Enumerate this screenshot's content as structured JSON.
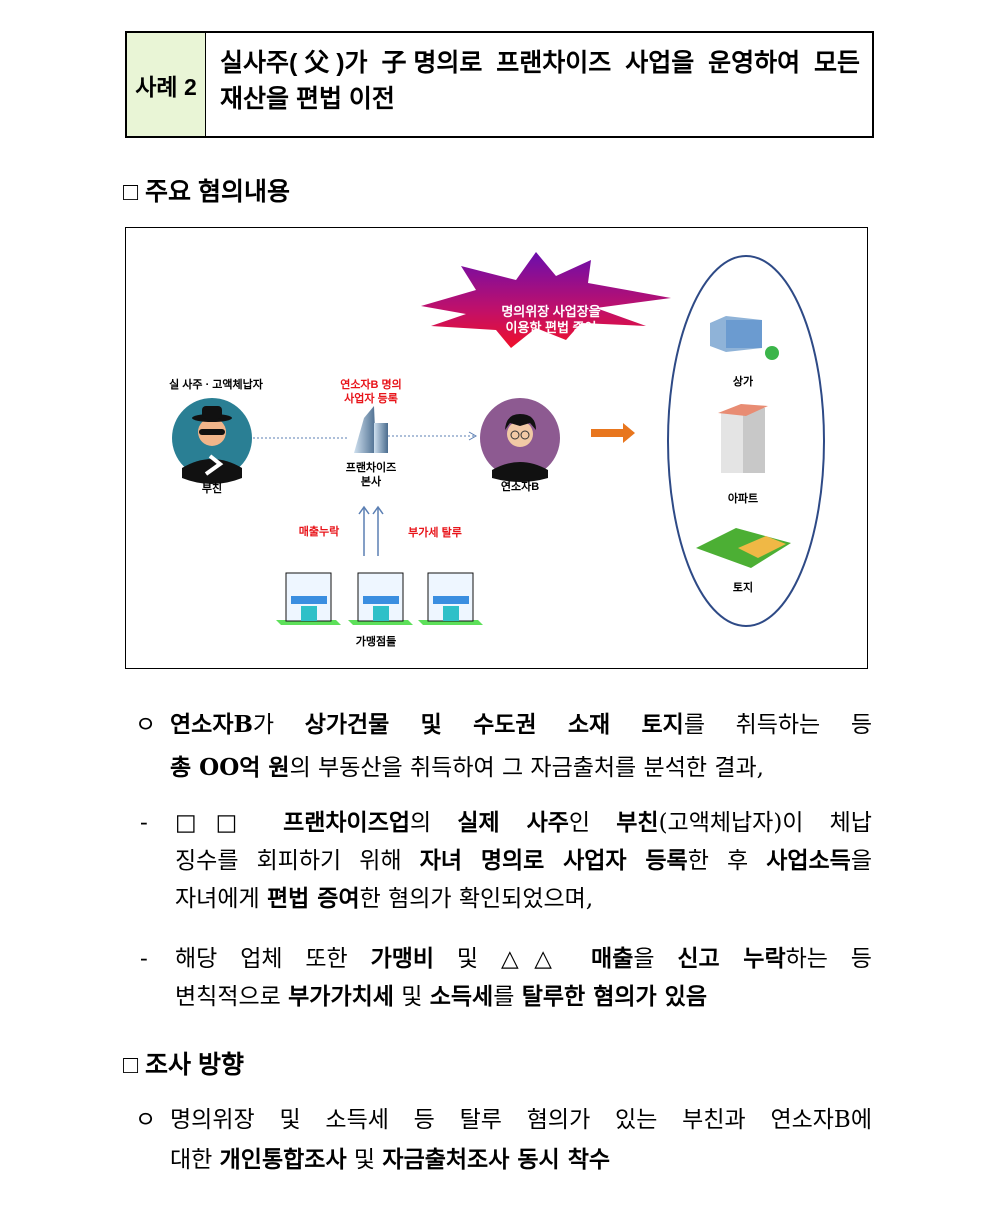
{
  "header": {
    "case_label": "사례 2",
    "title_line1": "실사주(父)가 子명의로 프랜차이즈 사업을 운영하여 모든",
    "title_line2": "재산을 편법 이전"
  },
  "section1": {
    "heading": "□ 주요 혐의내용"
  },
  "diagram": {
    "burst_line1": "명의위장 사업장을",
    "burst_line2": "이용한 편법 증여",
    "father_caption": "실 사주 · 고액체납자",
    "father_label": "부친",
    "registration_line1": "연소자B 명의",
    "registration_line2": "사업자 등록",
    "hq_line1": "프랜차이즈",
    "hq_line2": "본사",
    "son_label": "연소자B",
    "sales_omission": "매출누락",
    "vat_evasion": "부가세 탈루",
    "stores_label": "가맹점들",
    "assets": [
      "상가",
      "아파트",
      "토지"
    ]
  },
  "bullets": [
    {
      "marker": "ㅇ",
      "lines": [
        [
          {
            "t": "연소자B",
            "b": 1
          },
          {
            "t": "가 ",
            "b": 0
          },
          {
            "t": "상가건물 및 수도권 소재 토지",
            "b": 1
          },
          {
            "t": "를 취득하는 등",
            "b": 0
          }
        ],
        [
          {
            "t": "총 OO억 원",
            "b": 1
          },
          {
            "t": "의 부동산을 취득하여 그 자금출처를 분석한 결과,",
            "b": 0
          }
        ]
      ]
    },
    {
      "marker": "-",
      "lines": [
        [
          {
            "t": "□□ 프랜차이즈업",
            "b": 1
          },
          {
            "t": "의 ",
            "b": 0
          },
          {
            "t": "실제 사주",
            "b": 1
          },
          {
            "t": "인 ",
            "b": 0
          },
          {
            "t": "부친",
            "b": 1
          },
          {
            "t": "(고액체납자)이 체납",
            "b": 0
          }
        ],
        [
          {
            "t": "징수를 회피하기 위해 ",
            "b": 0
          },
          {
            "t": "자녀 명의로 사업자 등록",
            "b": 1
          },
          {
            "t": "한 후 ",
            "b": 0
          },
          {
            "t": "사업소득",
            "b": 1
          },
          {
            "t": "을",
            "b": 0
          }
        ],
        [
          {
            "t": "자녀에게 ",
            "b": 0
          },
          {
            "t": "편법 증여",
            "b": 1
          },
          {
            "t": "한 혐의가 확인되었으며,",
            "b": 0
          }
        ]
      ]
    },
    {
      "marker": "-",
      "lines": [
        [
          {
            "t": "해당 업체 또한 ",
            "b": 0
          },
          {
            "t": "가맹비",
            "b": 1
          },
          {
            "t": " 및 ",
            "b": 0
          },
          {
            "t": "△△ 매출",
            "b": 1
          },
          {
            "t": "을 ",
            "b": 0
          },
          {
            "t": "신고 누락",
            "b": 1
          },
          {
            "t": "하는 등",
            "b": 0
          }
        ],
        [
          {
            "t": "변칙적으로 ",
            "b": 0
          },
          {
            "t": "부가가치세",
            "b": 1
          },
          {
            "t": " 및 ",
            "b": 0
          },
          {
            "t": "소득세",
            "b": 1
          },
          {
            "t": "를 ",
            "b": 0
          },
          {
            "t": "탈루한 혐의가 있음",
            "b": 1
          }
        ]
      ]
    },
    {
      "marker": "ㅇ",
      "lines": [
        [
          {
            "t": "명의위장 및 소득세 등 탈루 혐의가 있는 부친과 연소자B에",
            "b": 0
          }
        ],
        [
          {
            "t": "대한 ",
            "b": 0
          },
          {
            "t": "개인통합조사",
            "b": 1
          },
          {
            "t": " 및 ",
            "b": 0
          },
          {
            "t": "자금출처조사 동시 착수",
            "b": 1
          }
        ]
      ]
    }
  ],
  "section2": {
    "heading": "□ 조사 방향"
  }
}
